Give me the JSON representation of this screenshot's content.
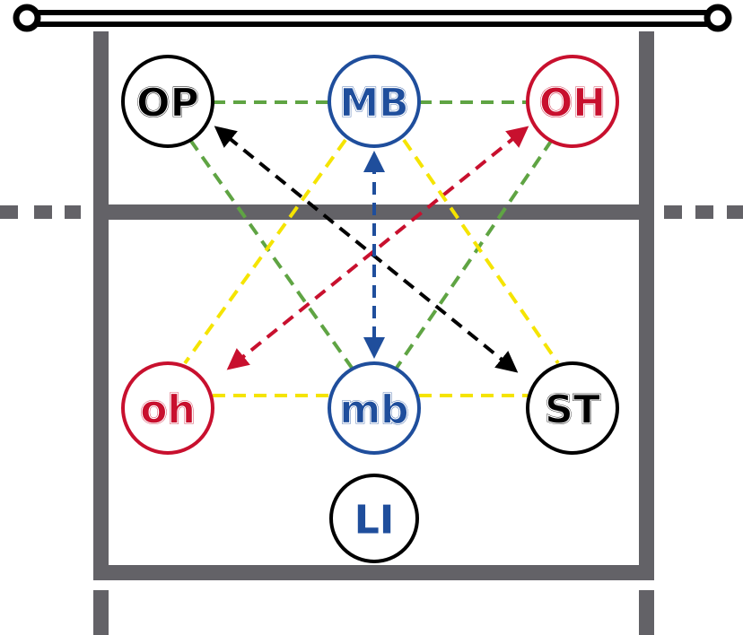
{
  "title": "Volleyball rotation diagram",
  "colors": {
    "court": "#636267",
    "black": "#000000",
    "blue": "#1f4e9c",
    "red": "#c8102e",
    "green": "#5fa443",
    "yellow": "#f5e400"
  },
  "players": [
    {
      "id": "op",
      "label": "OP",
      "color": "#000000"
    },
    {
      "id": "MB",
      "label": "MB",
      "color": "#1f4e9c"
    },
    {
      "id": "OH",
      "label": "OH",
      "color": "#c8102e"
    },
    {
      "id": "oh",
      "label": "oh",
      "color": "#c8102e"
    },
    {
      "id": "mb",
      "label": "mb",
      "color": "#1f4e9c"
    },
    {
      "id": "st",
      "label": "ST",
      "color": "#000000"
    },
    {
      "id": "li",
      "label": "LI",
      "color": "#1f4e9c",
      "ring": "#000000"
    }
  ]
}
